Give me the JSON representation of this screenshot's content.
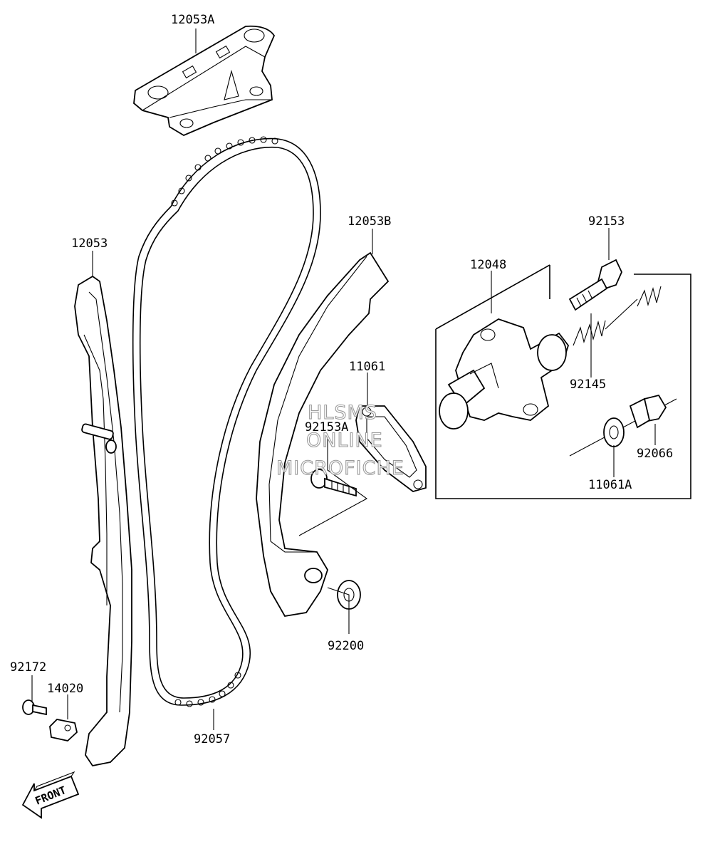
{
  "parts": {
    "12053A": "12053A",
    "12053": "12053",
    "12053B": "12053B",
    "11061": "11061",
    "92153A": "92153A",
    "92200": "92200",
    "92172": "92172",
    "14020": "14020",
    "92057": "92057",
    "12048": "12048",
    "92153": "92153",
    "92145": "92145",
    "92066": "92066",
    "11061A": "11061A"
  },
  "watermark": {
    "line1": "HLSMS",
    "line2": "ONLINE",
    "line3": "MICROFICHE"
  },
  "front_arrow": {
    "label": "FRONT"
  }
}
